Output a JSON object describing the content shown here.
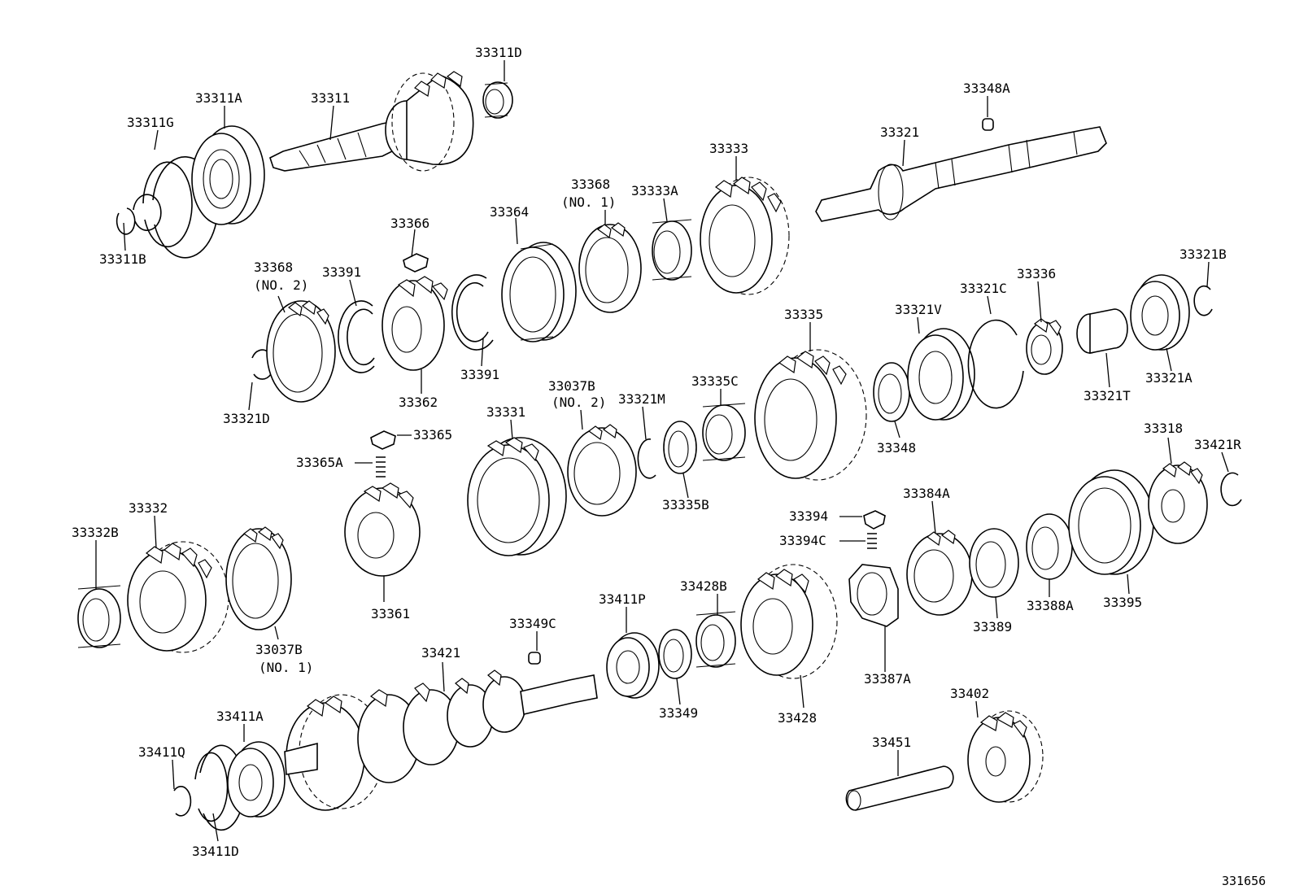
{
  "labels": {
    "p33311d": "33311D",
    "p33311a": "33311A",
    "p33311": "33311",
    "p33311g": "33311G",
    "p33311b": "33311B",
    "p33348a": "33348A",
    "p33321": "33321",
    "p33333": "33333",
    "p33368_1": "33368",
    "p33368_1_note": "(NO. 1)",
    "p33333a": "33333A",
    "p33364": "33364",
    "p33366": "33366",
    "p33368_2": "33368",
    "p33368_2_note": "(NO. 2)",
    "p33391a": "33391",
    "p33391b": "33391",
    "p33362": "33362",
    "p33321d": "33321D",
    "p33321b": "33321B",
    "p33336": "33336",
    "p33321c": "33321C",
    "p33321v": "33321V",
    "p33335": "33335",
    "p33321a": "33321A",
    "p33321t": "33321T",
    "p33348": "33348",
    "p33331": "33331",
    "p33037b_2": "33037B",
    "p33037b_2_note": "(NO. 2)",
    "p33321m": "33321M",
    "p33335c": "33335C",
    "p33365": "33365",
    "p33365a": "33365A",
    "p33335b": "33335B",
    "p33318": "33318",
    "p33421r": "33421R",
    "p33384a": "33384A",
    "p33394": "33394",
    "p33394c": "33394C",
    "p33332": "33332",
    "p33332b": "33332B",
    "p33361": "33361",
    "p33037b_1": "33037B",
    "p33037b_1_note": "(NO. 1)",
    "p33389": "33389",
    "p33388a": "33388A",
    "p33395": "33395",
    "p33411p": "33411P",
    "p33428b": "33428B",
    "p33349c": "33349C",
    "p33421": "33421",
    "p33349": "33349",
    "p33428": "33428",
    "p33387a": "33387A",
    "p33402": "33402",
    "p33451": "33451",
    "p33411a": "33411A",
    "p33411q": "33411Q",
    "p33411d": "33411D"
  },
  "doc_id": "331656"
}
